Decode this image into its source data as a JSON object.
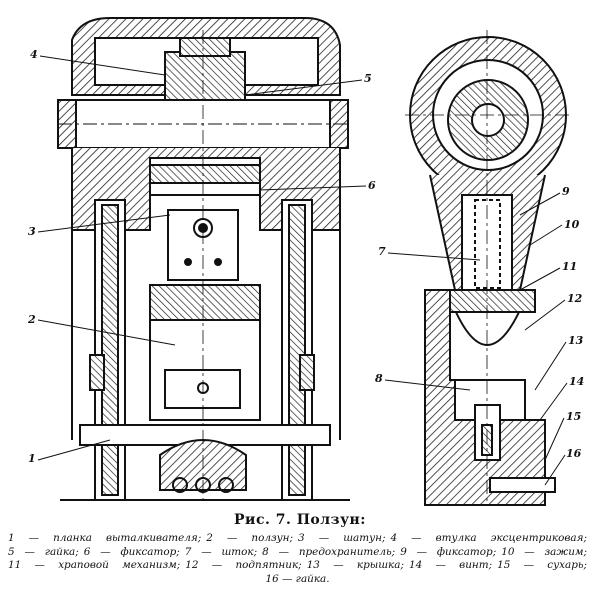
{
  "figure": {
    "callouts": [
      "4",
      "5",
      "6",
      "3",
      "2",
      "1",
      "9",
      "10",
      "7",
      "11",
      "12",
      "13",
      "8",
      "14",
      "15",
      "16"
    ],
    "caption_title": "Рис. 7. Ползун:",
    "legend_lines": [
      [
        "1 — планка выталкивателя;",
        "2 — ползун;",
        "3 — шатун;",
        "4 — втулка эксцентриковая;"
      ],
      [
        "5 — гайка;",
        "6 — фиксатор;",
        "7 — шток;",
        "8 — предохранитель;",
        "9 — фиксатор;",
        "10 — зажим;"
      ],
      [
        "11 — храповой механизм;",
        "12 — подпятник;",
        "13 — крышка;",
        "14 — винт;",
        "15 — сухарь;"
      ],
      [
        "16 — гайка."
      ]
    ]
  }
}
